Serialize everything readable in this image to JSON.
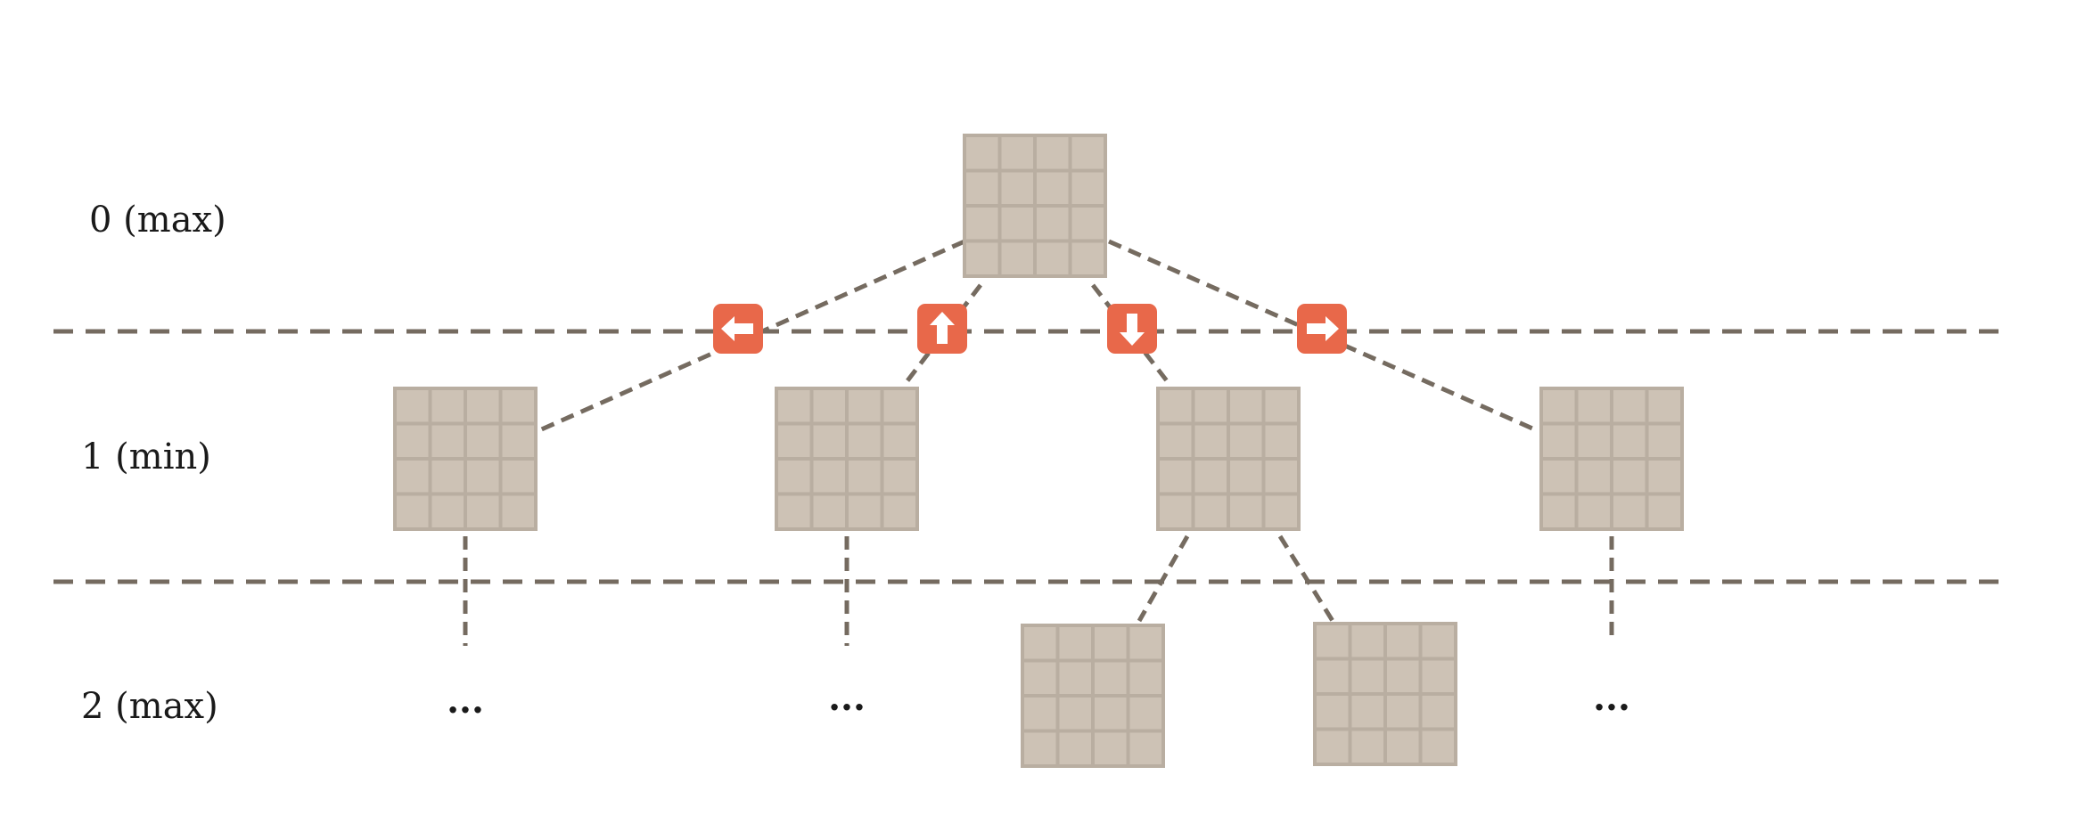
{
  "levels": [
    "0 (max)",
    "1 (min)",
    "2 (max)"
  ],
  "moves": [
    {
      "direction": "left",
      "icon": "left-arrow-icon"
    },
    {
      "direction": "up",
      "icon": "up-arrow-icon"
    },
    {
      "direction": "down",
      "icon": "down-arrow-icon"
    },
    {
      "direction": "right",
      "icon": "right-arrow-icon"
    }
  ],
  "ellipsis": "...",
  "colors": {
    "board": "#cdc2b5",
    "board_line": "#b9aea1",
    "edge": "#756b60",
    "move_badge": "#e8684a",
    "badge_arrow": "#ffffff"
  },
  "board_grid": "4x4"
}
